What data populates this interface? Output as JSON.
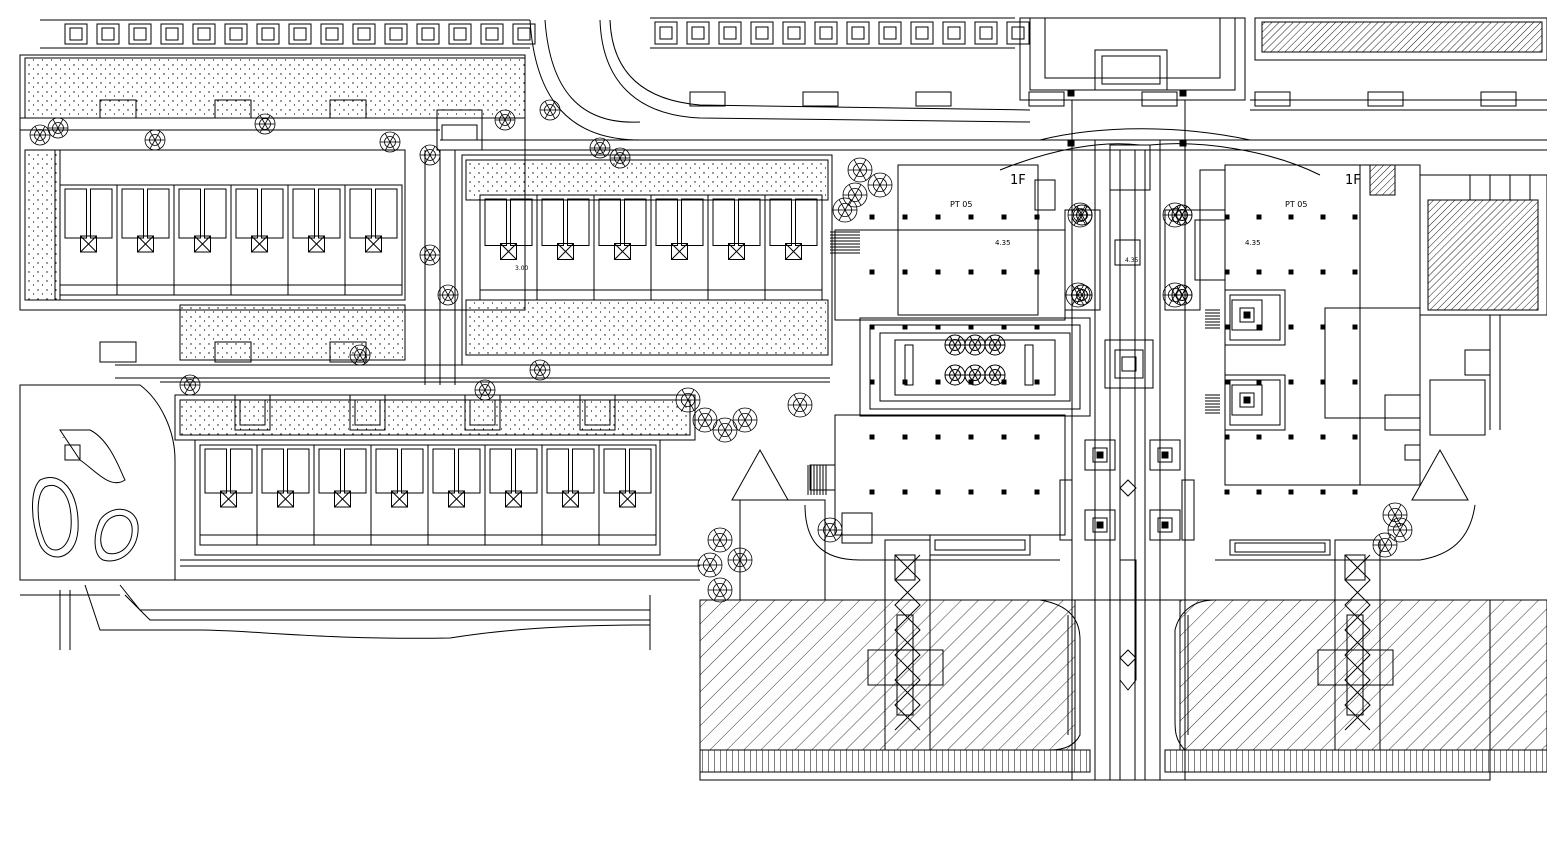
{
  "labels": {
    "floor_left": "1F",
    "floor_right": "1F",
    "zone_left": "PT 05",
    "zone_right": "PT 05",
    "elev_left": "4.35",
    "elev_right": "4.35",
    "elev_center": "4.35",
    "elev_small": "3.00"
  },
  "colors": {
    "ink": "#000000",
    "paper": "#ffffff",
    "gray": "#555555"
  }
}
